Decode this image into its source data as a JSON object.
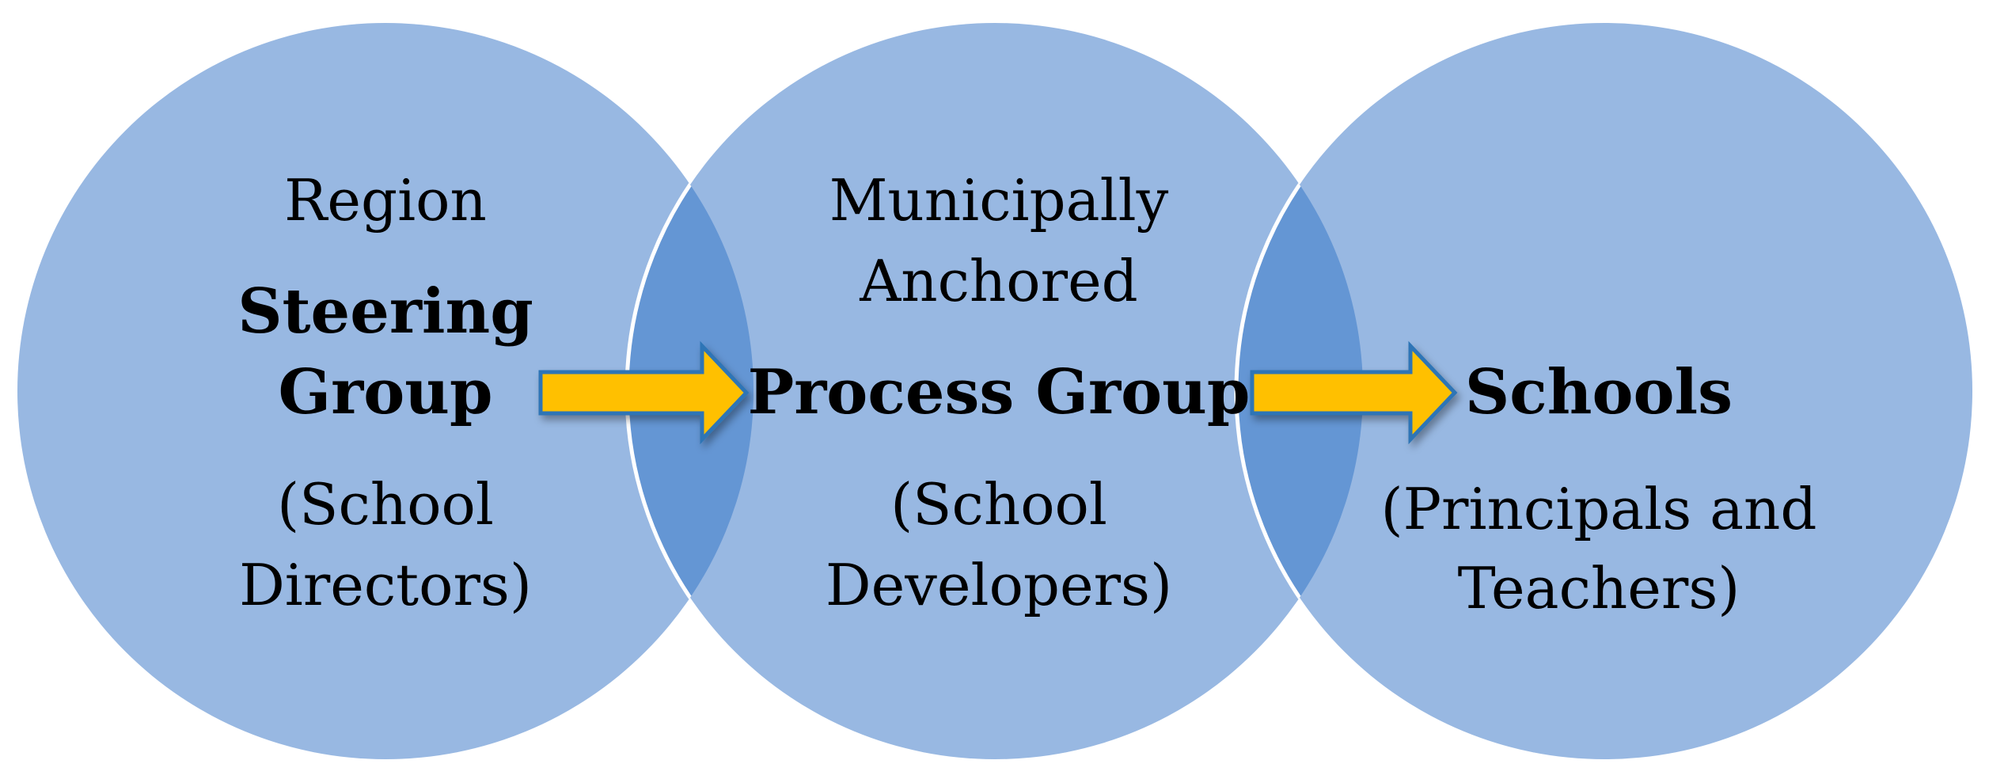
{
  "diagram": {
    "colors": {
      "circle_fill": "#98B8E2",
      "overlap_fill": "#6496D4",
      "circle_separator": "#FFFFFF",
      "arrow_fill": "#FFC000",
      "arrow_stroke": "#2E75B6",
      "text": "#000000"
    },
    "nodes": [
      {
        "id": "region-steering",
        "lines": [
          {
            "text": "Region",
            "style": "regular"
          },
          {
            "text": "Steering",
            "style": "bold"
          },
          {
            "text": "Group",
            "style": "bold"
          },
          {
            "text": "(School",
            "style": "regular"
          },
          {
            "text": "Directors)",
            "style": "regular"
          }
        ]
      },
      {
        "id": "municipal-process",
        "lines": [
          {
            "text": "Municipally",
            "style": "regular"
          },
          {
            "text": "Anchored",
            "style": "regular"
          },
          {
            "text": "Process Group",
            "style": "bold"
          },
          {
            "text": "(School",
            "style": "regular"
          },
          {
            "text": "Developers)",
            "style": "regular"
          }
        ]
      },
      {
        "id": "schools",
        "lines": [
          {
            "text": "Schools",
            "style": "bold"
          },
          {
            "text": "(Principals and",
            "style": "regular"
          },
          {
            "text": "Teachers)",
            "style": "regular"
          }
        ]
      }
    ],
    "edges": [
      {
        "from": "region-steering",
        "to": "municipal-process",
        "icon": "right-arrow-icon"
      },
      {
        "from": "municipal-process",
        "to": "schools",
        "icon": "right-arrow-icon"
      }
    ]
  }
}
